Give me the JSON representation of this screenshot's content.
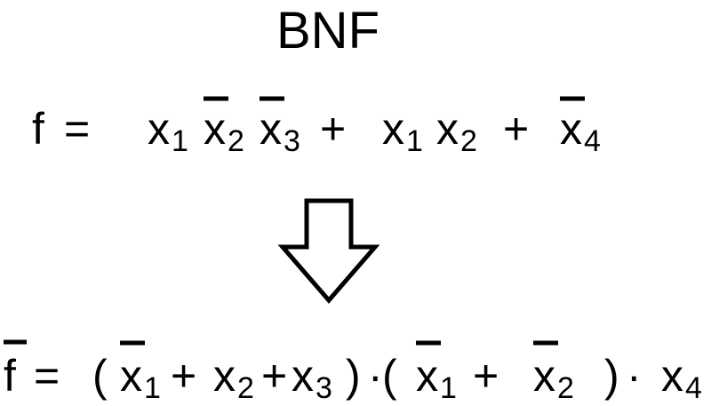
{
  "diagram": {
    "title": "BNF",
    "line1": {
      "lhs": "f",
      "equals": "=",
      "terms": [
        [
          {
            "var": "x",
            "index": "1",
            "negated": false
          },
          {
            "var": "x",
            "index": "2",
            "negated": true
          },
          {
            "var": "x",
            "index": "3",
            "negated": true
          }
        ],
        [
          {
            "var": "x",
            "index": "1",
            "negated": false
          },
          {
            "var": "x",
            "index": "2",
            "negated": false
          }
        ],
        [
          {
            "var": "x",
            "index": "4",
            "negated": true
          }
        ]
      ],
      "operator": "+"
    },
    "arrow": "down-arrow",
    "line2": {
      "lhs": "f",
      "lhs_negated": true,
      "equals": "=",
      "open_paren": "(",
      "close_paren": ")",
      "plus": "+",
      "dot": "·",
      "clause1": [
        {
          "var": "x",
          "index": "1",
          "negated": true
        },
        {
          "var": "x",
          "index": "2",
          "negated": false
        },
        {
          "var": "x",
          "index": "3",
          "negated": false
        }
      ],
      "clause2": [
        {
          "var": "x",
          "index": "1",
          "negated": true
        },
        {
          "var": "x",
          "index": "2",
          "negated": true
        }
      ],
      "last": {
        "var": "x",
        "index": "4",
        "negated": false
      }
    },
    "colors": {
      "ink": "#000000",
      "background": "#ffffff"
    }
  }
}
